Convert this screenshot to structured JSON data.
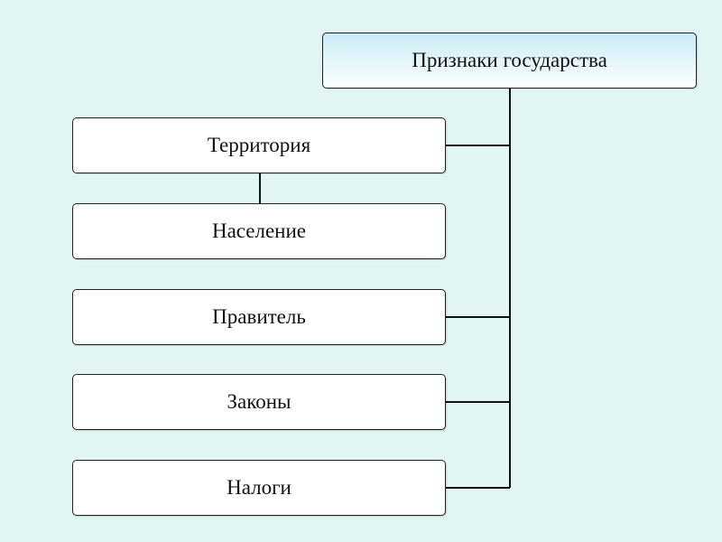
{
  "diagram": {
    "root": {
      "label": "Признаки государства"
    },
    "items": [
      {
        "label": "Территория"
      },
      {
        "label": "Население"
      },
      {
        "label": "Правитель"
      },
      {
        "label": "Законы"
      },
      {
        "label": "Налоги"
      }
    ]
  },
  "colors": {
    "background": "#e1f6f3",
    "box_fill": "#ffffff",
    "root_gradient_top": "#c9ebf5",
    "line": "#111111"
  }
}
